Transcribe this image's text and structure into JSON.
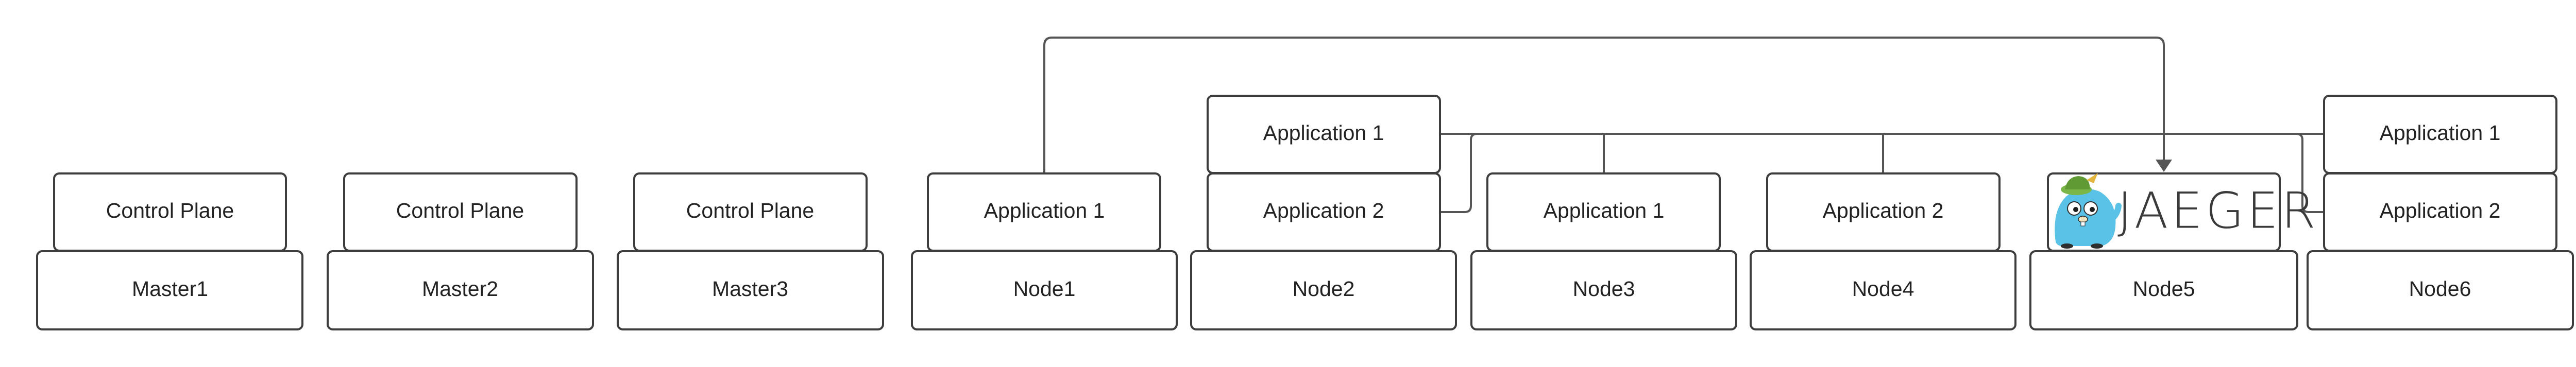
{
  "masters": [
    {
      "node": "Master1",
      "component": "Control Plane"
    },
    {
      "node": "Master2",
      "component": "Control Plane"
    },
    {
      "node": "Master3",
      "component": "Control Plane"
    }
  ],
  "nodes": [
    {
      "node": "Node1",
      "apps": [
        "Application 1"
      ]
    },
    {
      "node": "Node2",
      "apps": [
        "Application 1",
        "Application 2"
      ]
    },
    {
      "node": "Node3",
      "apps": [
        "Application 1"
      ]
    },
    {
      "node": "Node4",
      "apps": [
        "Application 2"
      ]
    },
    {
      "node": "Node5",
      "apps": []
    },
    {
      "node": "Node6",
      "apps": [
        "Application 1",
        "Application 2"
      ]
    }
  ],
  "jaeger": {
    "logo_text": "JAEGER",
    "icon": "jaeger-gopher-icon"
  },
  "colors": {
    "stroke": "#3d3d3d",
    "connector": "#555555",
    "logo_blue": "#5bc2e7",
    "logo_green": "#7ab648"
  }
}
